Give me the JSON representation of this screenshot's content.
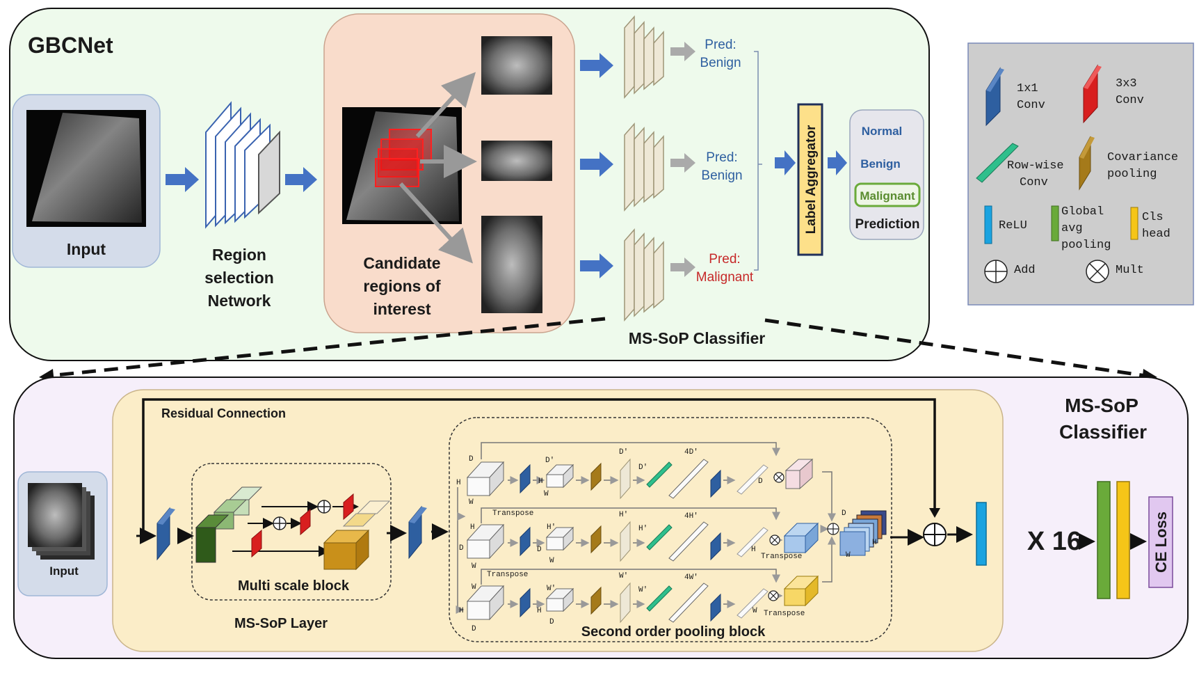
{
  "top": {
    "title": "GBCNet",
    "input_label": "Input",
    "region_label": [
      "Region",
      "selection",
      "Network"
    ],
    "candidate_label": [
      "Candidate",
      "regions of",
      "interest"
    ],
    "preds": [
      {
        "line1": "Pred:",
        "line2": "Benign"
      },
      {
        "line1": "Pred:",
        "line2": "Benign"
      },
      {
        "line1": "Pred:",
        "line2": "Malignant"
      }
    ],
    "aggregator": "Label Aggregator",
    "outcomes": [
      "Normal",
      "Benign",
      "Malignant"
    ],
    "prediction": "Prediction",
    "classifier_label": "MS-SoP Classifier"
  },
  "legend": {
    "conv1": [
      "1x1",
      "Conv"
    ],
    "conv3": [
      "3x3",
      "Conv"
    ],
    "rowconv": [
      "Row-wise",
      "Conv"
    ],
    "covpool": [
      "Covariance",
      "pooling"
    ],
    "relu": "ReLU",
    "gap": [
      "Global",
      "avg",
      "pooling"
    ],
    "cls": [
      "Cls",
      "head"
    ],
    "add": "Add",
    "mult": "Mult"
  },
  "bottom": {
    "title": [
      "MS-SoP",
      "Classifier"
    ],
    "input_label": "Input",
    "residual": "Residual Connection",
    "multiscale": "Multi scale block",
    "layer": "MS-SoP Layer",
    "sop": "Second order pooling block",
    "times": "X 16",
    "loss": "CE Loss",
    "dims": {
      "D": "D",
      "H": "H",
      "W": "W",
      "Dp": "D′",
      "Hp": "H′",
      "Wp": "W′",
      "D4": "4D′",
      "H4": "4H′",
      "W4": "4W′",
      "transpose": "Transpose"
    }
  },
  "colors": {
    "top_bg": "#eefaec",
    "bottom_bg": "#f6effa",
    "layer_bg": "#fbedc8",
    "candidate_bg": "#f9dccb",
    "input_bg": "#d4dcea",
    "legend_bg": "#cdcdcd",
    "arrow_blue": "#4472c4",
    "conv1": "#2e5fa0",
    "conv3": "#d81f1f",
    "rowconv": "#2fbf8c",
    "covpool": "#a57a1a",
    "relu": "#1aa3e0",
    "gap": "#6aaa3a",
    "cls": "#f5c518",
    "aggregator": "#fde08a",
    "loss": "#e1c8f0",
    "malignant": "#c62828",
    "label_blue": "#2e5fa0"
  }
}
